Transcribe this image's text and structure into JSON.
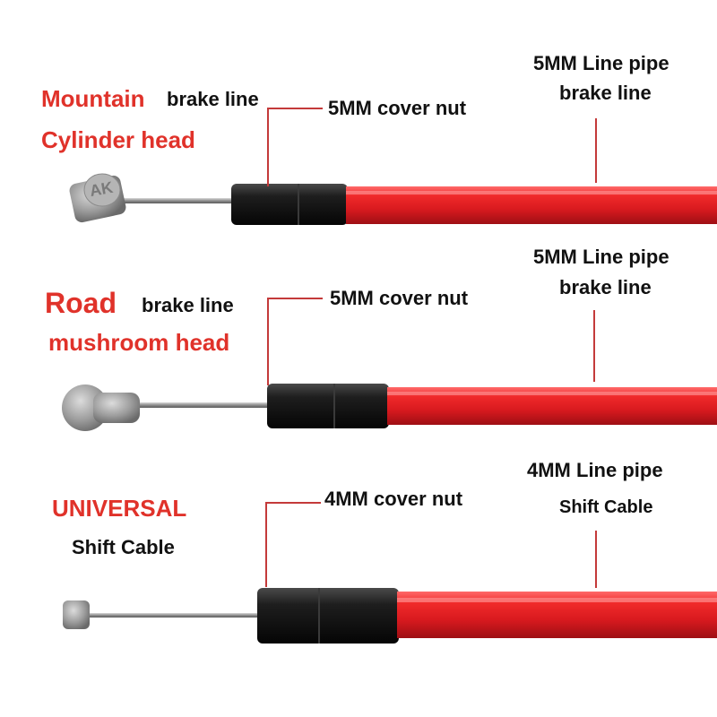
{
  "mountain": {
    "type_label": "Mountain",
    "line_label": "brake line",
    "head_label": "Cylinder head",
    "nut_label": "5MM cover nut",
    "pipe_label": "5MM Line pipe",
    "pipe_sub_label": "brake line",
    "head_stamp": "AK"
  },
  "road": {
    "type_label": "Road",
    "line_label": "brake line",
    "head_label": "mushroom head",
    "nut_label": "5MM cover nut",
    "pipe_label": "5MM Line pipe",
    "pipe_sub_label": "brake line"
  },
  "universal": {
    "type_label": "UNIVERSAL",
    "cable_label": "Shift Cable",
    "nut_label": "4MM cover nut",
    "pipe_label": "4MM Line pipe",
    "pipe_sub_label": "Shift Cable"
  },
  "colors": {
    "label_red": "#e0322a",
    "housing_red": "#e8202a",
    "ferrule_black": "#1a1a1a",
    "wire_steel": "#9a9a9a"
  }
}
